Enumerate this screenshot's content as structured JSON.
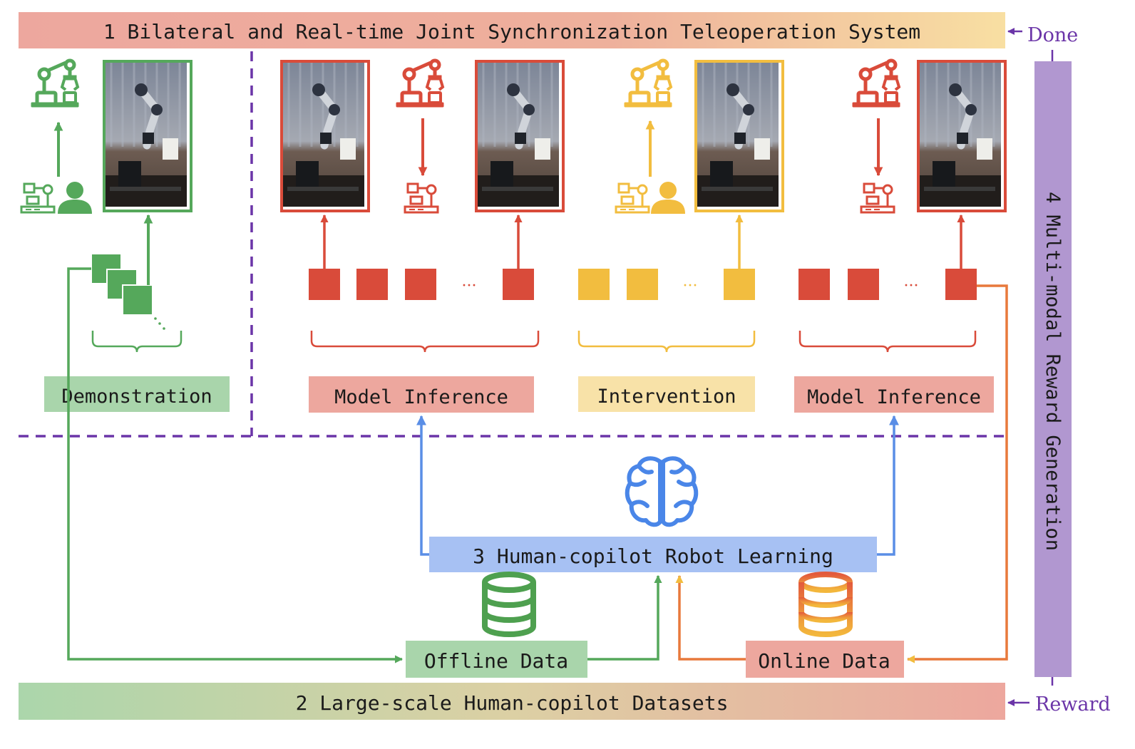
{
  "colors": {
    "green": "#55a85b",
    "red": "#d94b3a",
    "yellow": "#f2bd3f",
    "blue": "#5a8ee6",
    "purple": "#6b35a8",
    "lavender": "#b197d0",
    "pink_label": "#eda79e",
    "yellow_label": "#f8e2a8",
    "green_label": "#a9d5ab",
    "blue_label": "#a7c1f3"
  },
  "banner_top": {
    "text": "1 Bilateral and Real-time Joint Synchronization Teleoperation System"
  },
  "banner_bottom": {
    "text": "2 Large-scale Human-copilot Datasets"
  },
  "side_bar": {
    "text": "4 Multi-modal Reward Generation"
  },
  "side_labels": {
    "done": "Done",
    "reward": "Reward"
  },
  "labels": {
    "demonstration": "Demonstration",
    "model_inference_1": "Model Inference",
    "intervention": "Intervention",
    "model_inference_2": "Model Inference",
    "learning": "3 Human-copilot Robot Learning",
    "offline_data": "Offline Data",
    "online_data": "Online Data"
  },
  "ellipsis": "···",
  "icons": {
    "robot_arm": "robot-arm-icon",
    "teleop_device": "teleop-device-icon",
    "human": "human-icon",
    "brain": "brain-icon",
    "database": "database-icon",
    "photo": "robot-photo-thumbnail"
  }
}
